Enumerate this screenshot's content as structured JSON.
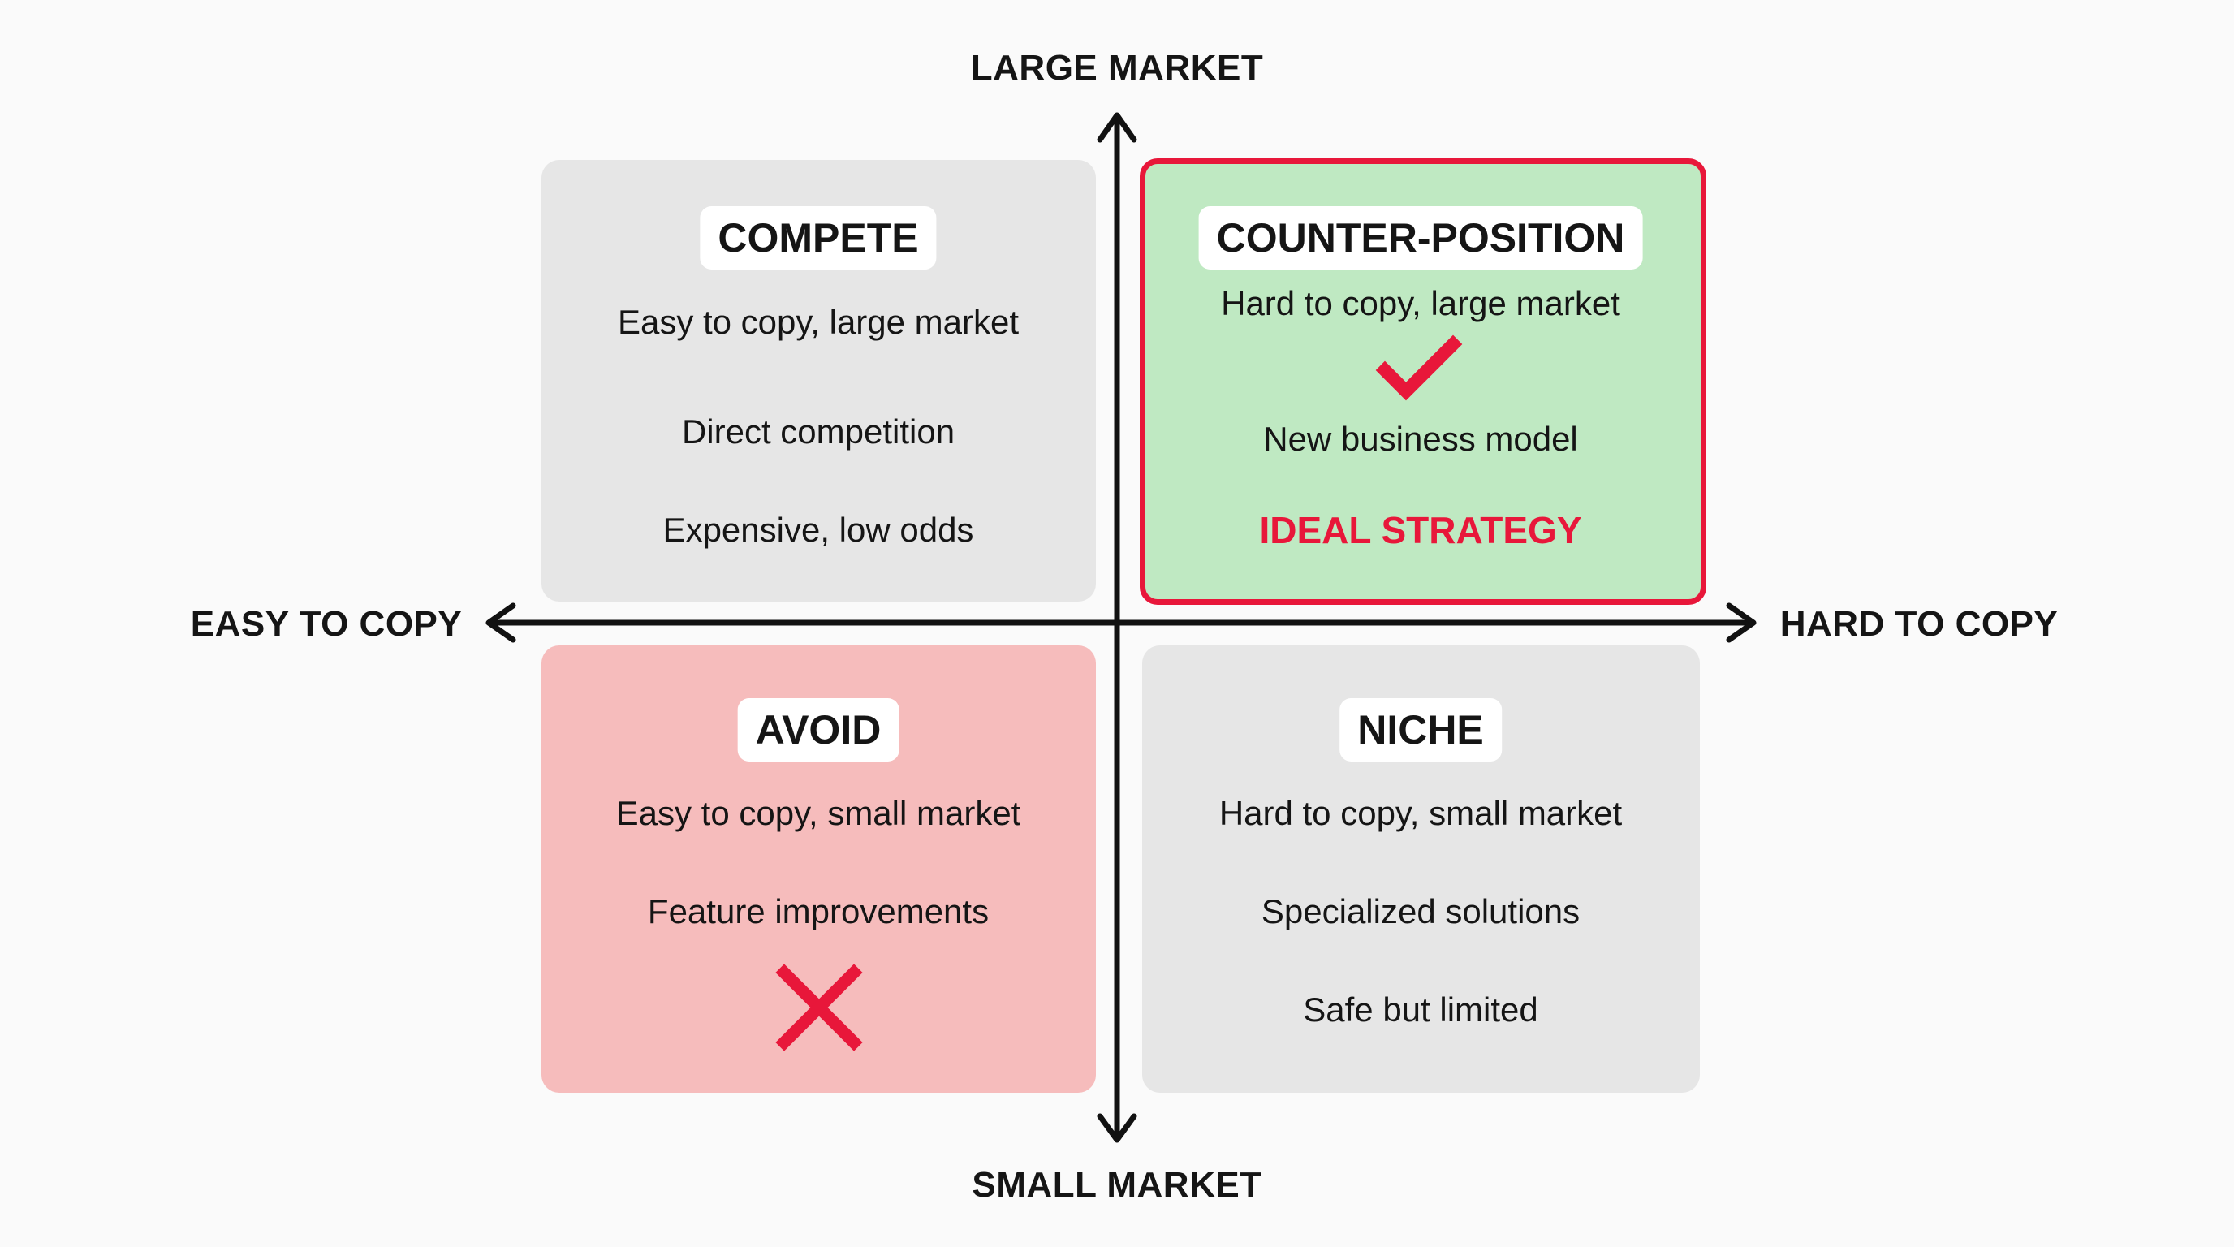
{
  "axes": {
    "top": "LARGE MARKET",
    "bottom": "SMALL MARKET",
    "left": "EASY TO COPY",
    "right": "HARD TO COPY"
  },
  "quadrants": {
    "compete": {
      "title": "COMPETE",
      "lines": [
        "Easy to copy, large market",
        "Direct competition",
        "Expensive, low odds"
      ]
    },
    "counter_position": {
      "title": "COUNTER-POSITION",
      "lines": [
        "Hard to copy, large market",
        "New business model"
      ],
      "highlight": "IDEAL STRATEGY",
      "icon": "checkmark-icon"
    },
    "avoid": {
      "title": "AVOID",
      "lines": [
        "Easy to copy, small market",
        "Feature improvements"
      ],
      "icon": "x-icon"
    },
    "niche": {
      "title": "NICHE",
      "lines": [
        "Hard to copy, small market",
        "Specialized solutions",
        "Safe but limited"
      ]
    }
  },
  "colors": {
    "neutral": "#e6e6e6",
    "ideal_fill": "#bfe9c2",
    "ideal_border": "#e8173a",
    "avoid_fill": "#f6bcbc",
    "accent": "#e8173a"
  }
}
